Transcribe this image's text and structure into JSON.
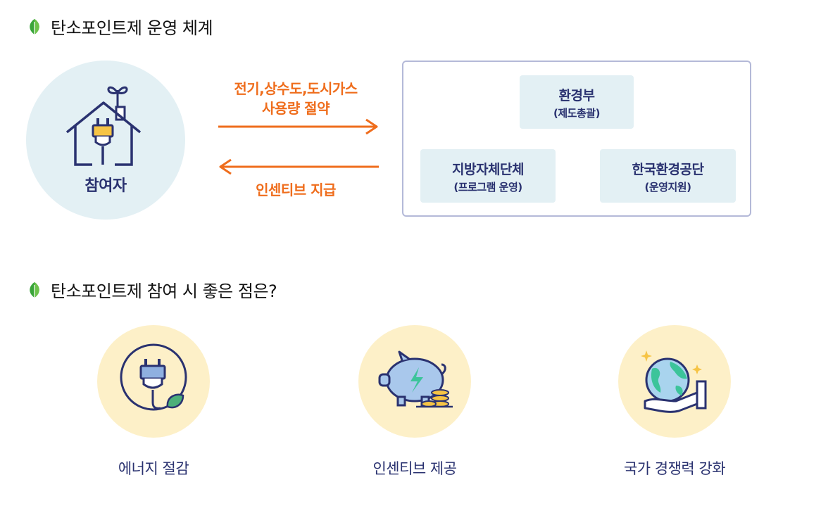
{
  "section1": {
    "title": "탄소포인트제 운영 체계"
  },
  "participant": {
    "label": "참여자"
  },
  "flow": {
    "to_org_line1": "전기,상수도,도시가스",
    "to_org_line2": "사용량 절약",
    "to_participant": "인센티브 지급"
  },
  "orgs": [
    {
      "name": "환경부",
      "role": "(제도총괄)"
    },
    {
      "name": "지방자체단체",
      "role": "(프로그램 운영)"
    },
    {
      "name": "한국환경공단",
      "role": "(운영지원)"
    }
  ],
  "section2": {
    "title": "탄소포인트제 참여 시 좋은 점은?"
  },
  "benefits": [
    {
      "label": "에너지 절감",
      "icon": "plug-leaf-icon"
    },
    {
      "label": "인센티브 제공",
      "icon": "piggy-bank-icon"
    },
    {
      "label": "국가 경쟁력 강화",
      "icon": "globe-hand-icon"
    }
  ],
  "colors": {
    "accent_orange": "#ef6d1c",
    "navy": "#2a3270",
    "light_blue": "#e3f0f4",
    "light_yellow": "#fdf0c8",
    "leaf_green": "#3aa53a"
  }
}
